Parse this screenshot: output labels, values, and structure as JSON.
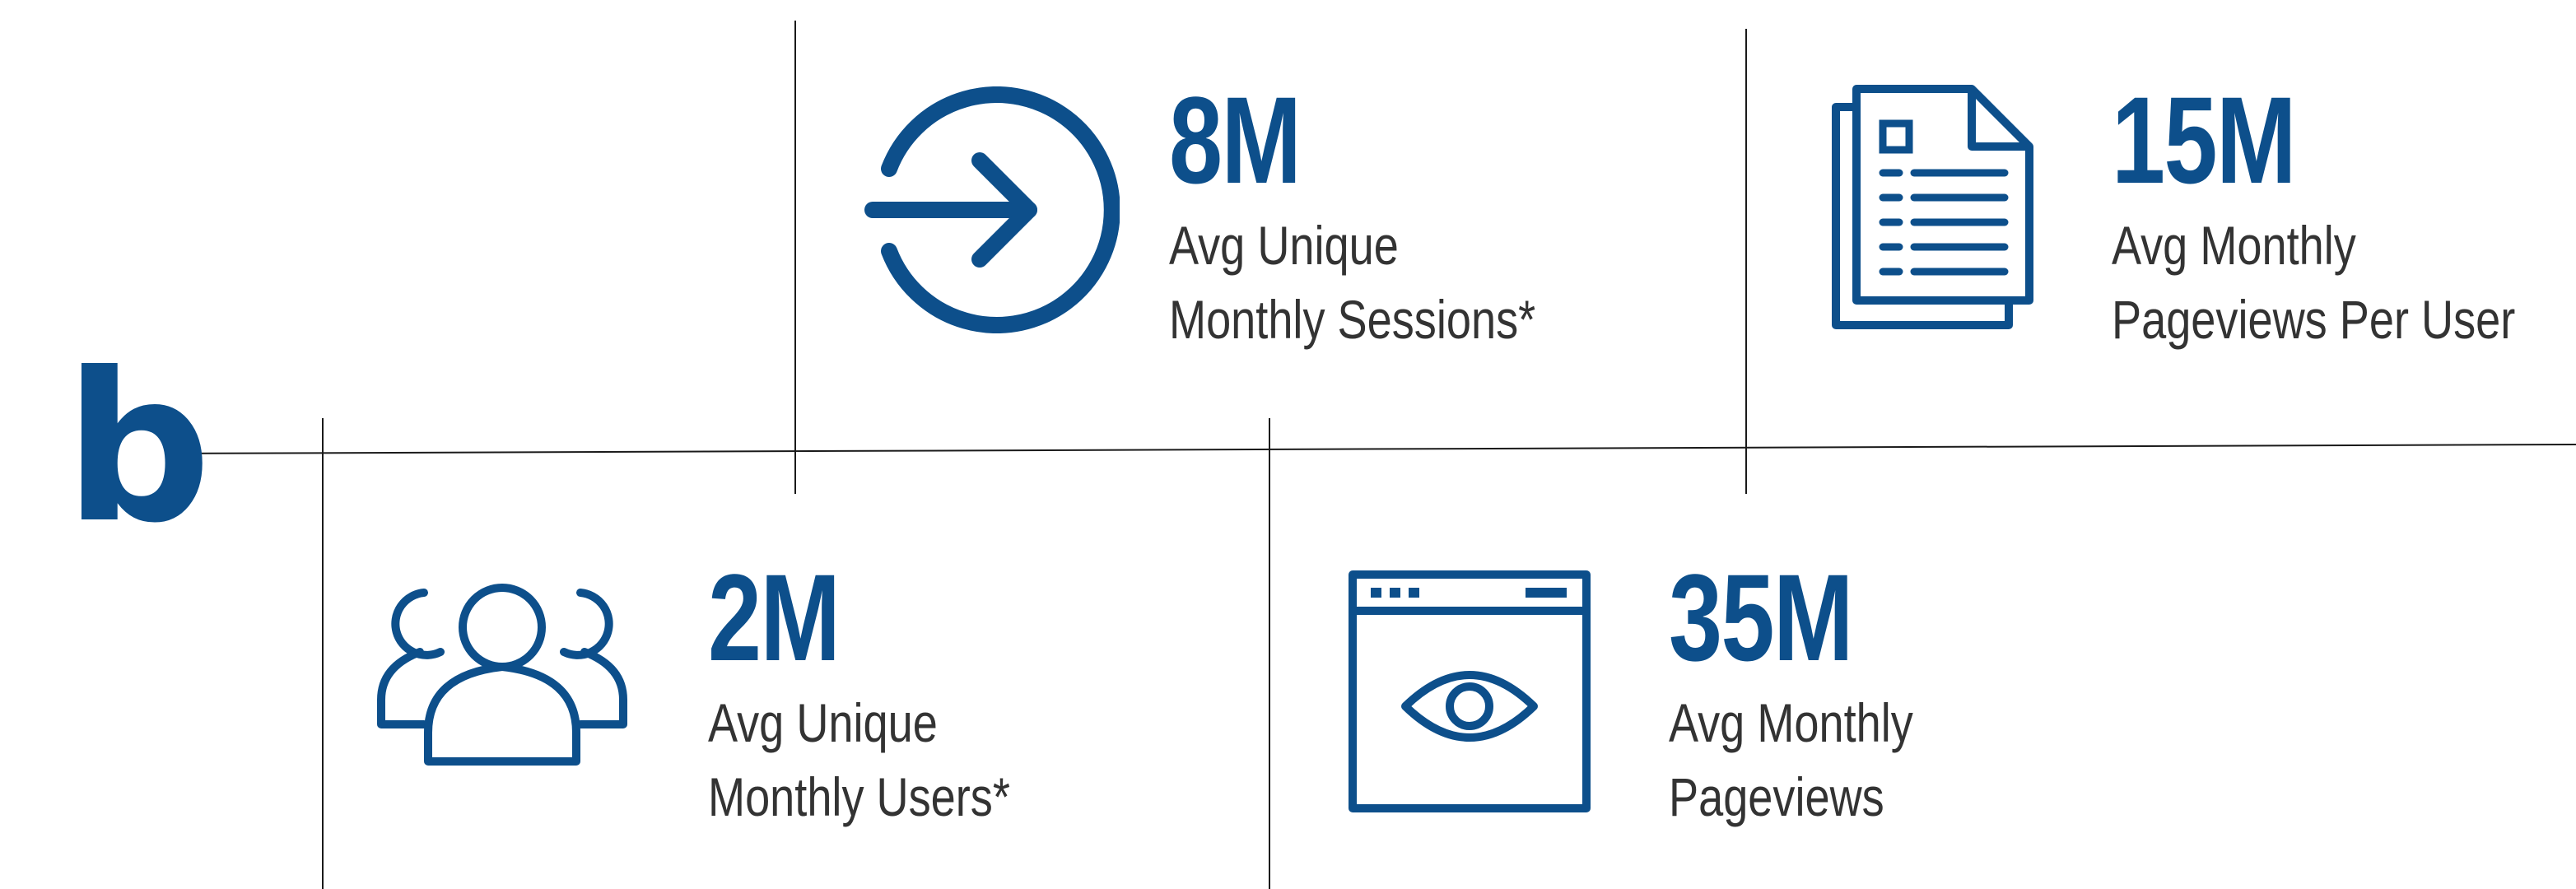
{
  "brand": {
    "letter": "b",
    "color": "#0d4f8b"
  },
  "colors": {
    "accent": "#0d4f8b",
    "text": "#333333",
    "rule": "#1a1a1a"
  },
  "stats": [
    {
      "icon": "arrow-in-circle-icon",
      "value": "8M",
      "label_line1": "Avg  Unique",
      "label_line2": "Monthly Sessions*"
    },
    {
      "icon": "documents-icon",
      "value": "15M",
      "label_line1": "Avg  Monthly",
      "label_line2": "Pageviews Per User"
    },
    {
      "icon": "users-group-icon",
      "value": "2M",
      "label_line1": "Avg Unique",
      "label_line2": "Monthly Users*"
    },
    {
      "icon": "browser-eye-icon",
      "value": "35M",
      "label_line1": "Avg  Monthly",
      "label_line2": "Pageviews"
    }
  ]
}
